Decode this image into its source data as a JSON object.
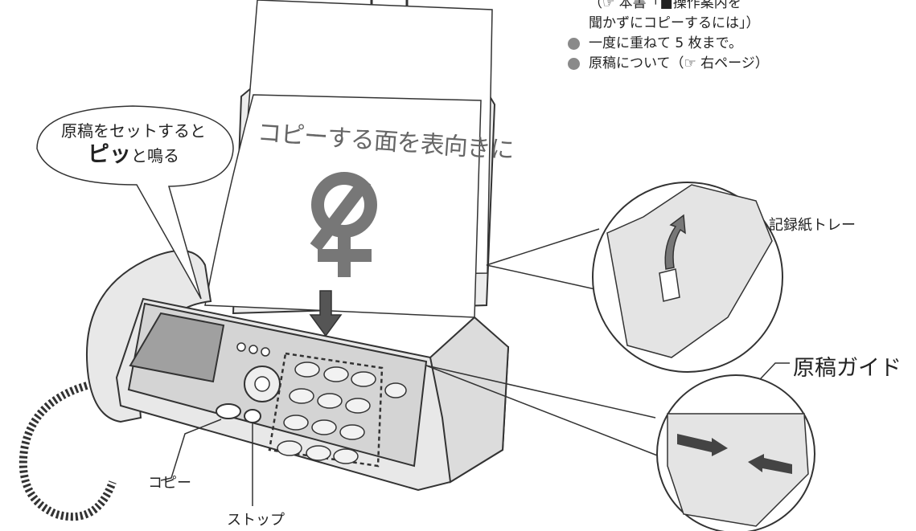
{
  "notes": {
    "line0": "（☞ 本書「■操作案内を",
    "line1": "聞かずにコピーするには」）",
    "line2": "一度に重ねて 5 枚まで。",
    "line3": "原稿について（☞ 右ページ）"
  },
  "bubble": {
    "line1": "原稿をセットすると",
    "big": "ピッ",
    "tail": "と鳴る"
  },
  "sheet": {
    "text": "コピーする面を表向きに"
  },
  "callouts": {
    "tray": "記録紙トレー",
    "guide": "原稿ガイド",
    "copy": "コピー",
    "stop": "ストップ"
  },
  "colors": {
    "line": "#333333",
    "paper": "#ffffff",
    "body": "#e8e8e8",
    "panel": "#d4d4d4",
    "screen": "#a0a0a0",
    "mark": "#777777"
  }
}
